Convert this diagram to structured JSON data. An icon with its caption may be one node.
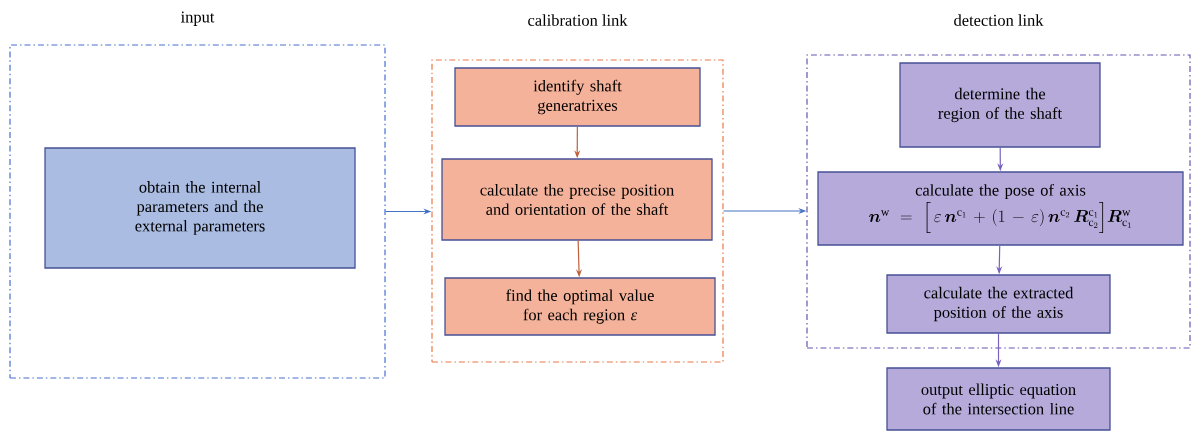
{
  "diagram": {
    "nodes": [
      {
        "text": [
          "input"
        ]
      },
      {
        "text": [
          "obtain the internal parameters and the external parameters"
        ],
        "in": 0
      },
      {
        "text": [
          "calibration link"
        ]
      },
      {
        "text": [
          "identify shaft generatrixes"
        ],
        "in": 2
      },
      {
        "text": [
          "calculate the precise position and orientation of the shaft"
        ],
        "in": 2
      },
      {
        "text": [
          "find the optimal value for each region *ε*"
        ],
        "in": 2
      },
      {
        "text": [
          "detection link"
        ]
      },
      {
        "text": [
          "determine the region of the shaft"
        ],
        "in": 6
      },
      {
        "text": [
          "calculate the pose of axis",
          "\\boldsymbol{n}^{\\mathrm{w}}=\\Big[\\,\\varepsilon\\,\\boldsymbol{n}^{\\mathrm{c}_1}+(1-\\varepsilon)\\,\\boldsymbol{n}^{\\mathrm{c}_2}\\,\\boldsymbol{R}_{\\mathrm{c}_2}^{\\mathrm{c}_1}\\Big]\\boldsymbol{R}_{\\mathrm{c}_1}^{\\mathrm{w}}"
        ],
        "in": 6
      },
      {
        "text": [
          "calculate the extracted position of the axis"
        ],
        "in": 6
      },
      {
        "text": [
          "output elliptic equation of the intersection line"
        ]
      }
    ],
    "edges": [
      {
        "from": 0,
        "to": 2,
        "arrow": "to",
        "color": "#4472c4"
      },
      {
        "from": 2,
        "to": 6,
        "arrow": "to",
        "color": "#4472c4"
      },
      {
        "from": 3,
        "to": 4,
        "arrow": "to",
        "color": "#c0603a"
      },
      {
        "from": 4,
        "to": 5,
        "arrow": "to",
        "color": "#c0603a"
      },
      {
        "from": 7,
        "to": 8,
        "arrow": "to"
      },
      {
        "from": 8,
        "to": 9,
        "arrow": "to"
      },
      {
        "from": 9,
        "to": 10,
        "arrow": "to"
      }
    ]
  }
}
